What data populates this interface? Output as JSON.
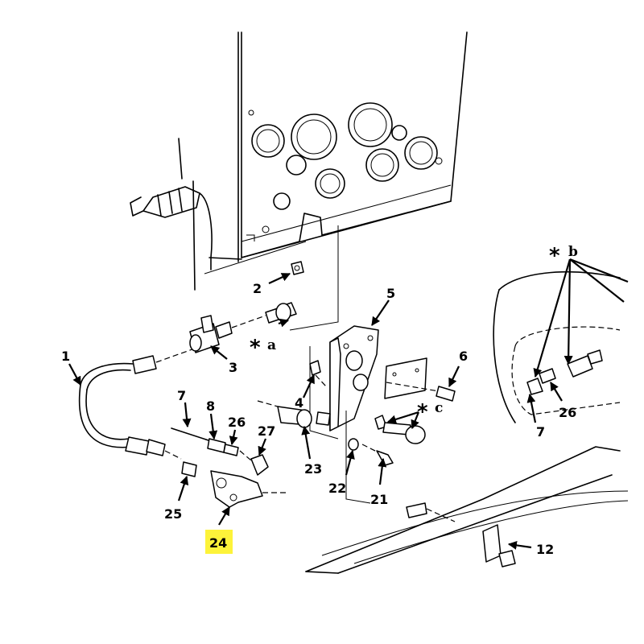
{
  "diagram": {
    "callouts": {
      "c1": "1",
      "c2": "2",
      "c3": "3",
      "c4": "4",
      "c5": "5",
      "c6": "6",
      "c7": "7",
      "c8": "8",
      "c26": "26",
      "c27": "27",
      "c23": "23",
      "c22": "22",
      "c21": "21",
      "c25": "25",
      "c24": "24",
      "c7b": "7",
      "c26b": "26",
      "c12": "12"
    },
    "notes": {
      "a": "a",
      "b": "b",
      "c": "c",
      "star": "*"
    },
    "highlight_color": "#fdf33a"
  }
}
